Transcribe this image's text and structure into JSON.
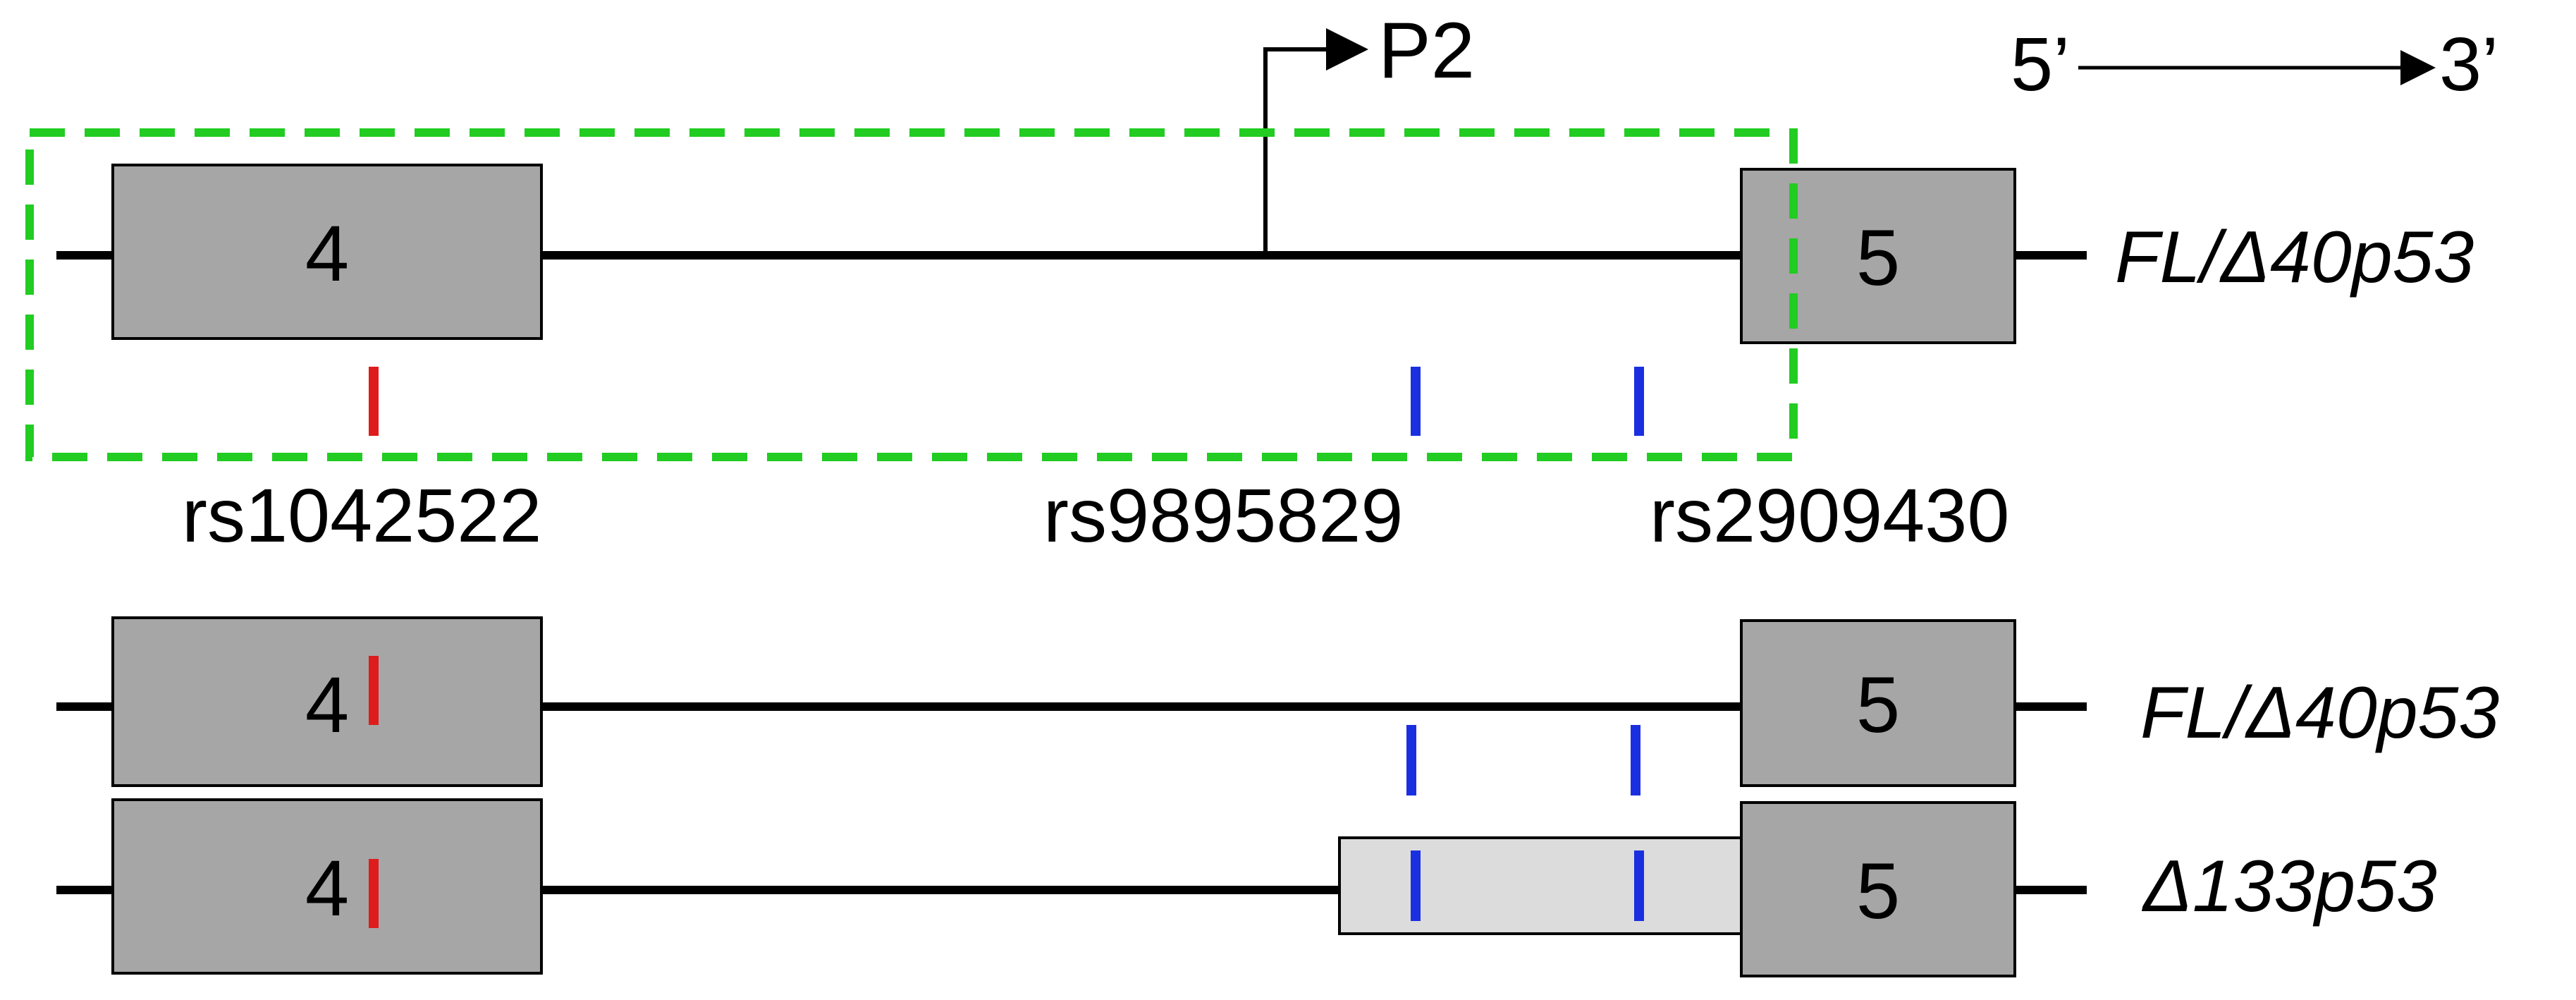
{
  "direction": {
    "five_prime": "5’",
    "three_prime": "3’"
  },
  "promoter": {
    "label": "P2"
  },
  "transcripts": [
    {
      "label": "FL/Δ40p53",
      "exon_left": "4",
      "exon_right": "5"
    },
    {
      "label": "FL/Δ40p53",
      "exon_left": "4",
      "exon_right": "5"
    },
    {
      "label": "Δ133p53",
      "exon_left": "4",
      "exon_right": "5"
    }
  ],
  "snps": [
    {
      "id": "rs1042522",
      "color": "#e01b1b"
    },
    {
      "id": "rs9895829",
      "color": "#1a2fe0"
    },
    {
      "id": "rs2909430",
      "color": "#1a2fe0"
    }
  ],
  "colors": {
    "exon_fill": "#a6a6a6",
    "extended_exon_fill": "#dcdcdc",
    "highlight_box": "#22cc22",
    "line": "#000000"
  }
}
